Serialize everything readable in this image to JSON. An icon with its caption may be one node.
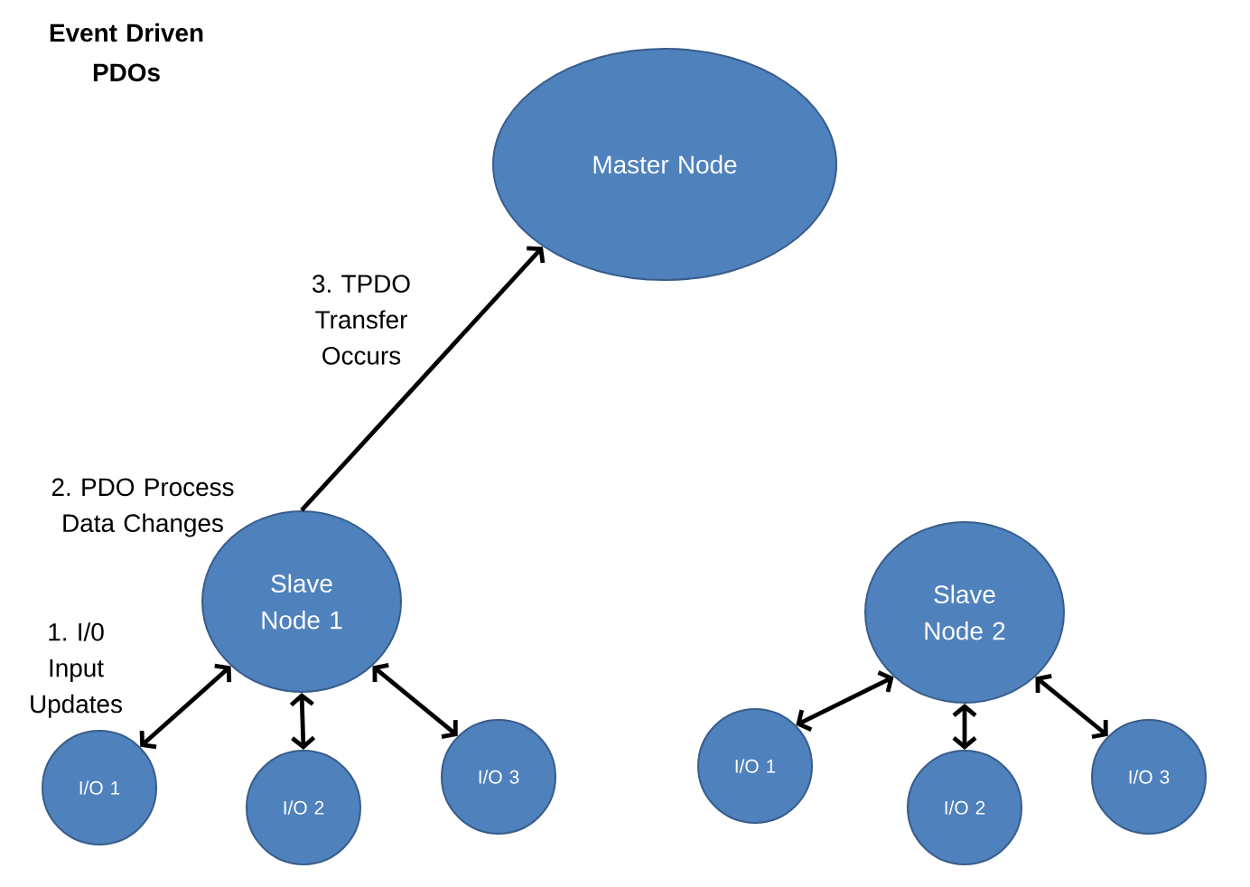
{
  "diagram": {
    "title": "Event Driven PDOs",
    "nodes": [
      {
        "text": [
          "Master Node"
        ]
      },
      {
        "text": [
          "Slave Node 1"
        ],
        "beside": [
          "2. PDO Process Data Changes"
        ]
      },
      {
        "text": [
          "I/O 1"
        ]
      },
      {
        "text": [
          "I/O 2"
        ]
      },
      {
        "text": [
          "I/O 3"
        ]
      },
      {
        "text": [
          "Slave Node 2"
        ]
      },
      {
        "text": [
          "I/O 1"
        ]
      },
      {
        "text": [
          "I/O 2"
        ]
      },
      {
        "text": [
          "I/O 3"
        ]
      }
    ],
    "edges": [
      {
        "from": 1,
        "to": 0,
        "arrow": "to",
        "label": "3. TPDO Transfer Occurs"
      },
      {
        "from": 1,
        "to": 2,
        "arrow": "both",
        "label": "1. I/0 Input Updates"
      },
      {
        "from": 1,
        "to": 3,
        "arrow": "both"
      },
      {
        "from": 1,
        "to": 4,
        "arrow": "both"
      },
      {
        "from": 5,
        "to": 6,
        "arrow": "both"
      },
      {
        "from": 5,
        "to": 7,
        "arrow": "both"
      },
      {
        "from": 5,
        "to": 8,
        "arrow": "both"
      }
    ]
  }
}
